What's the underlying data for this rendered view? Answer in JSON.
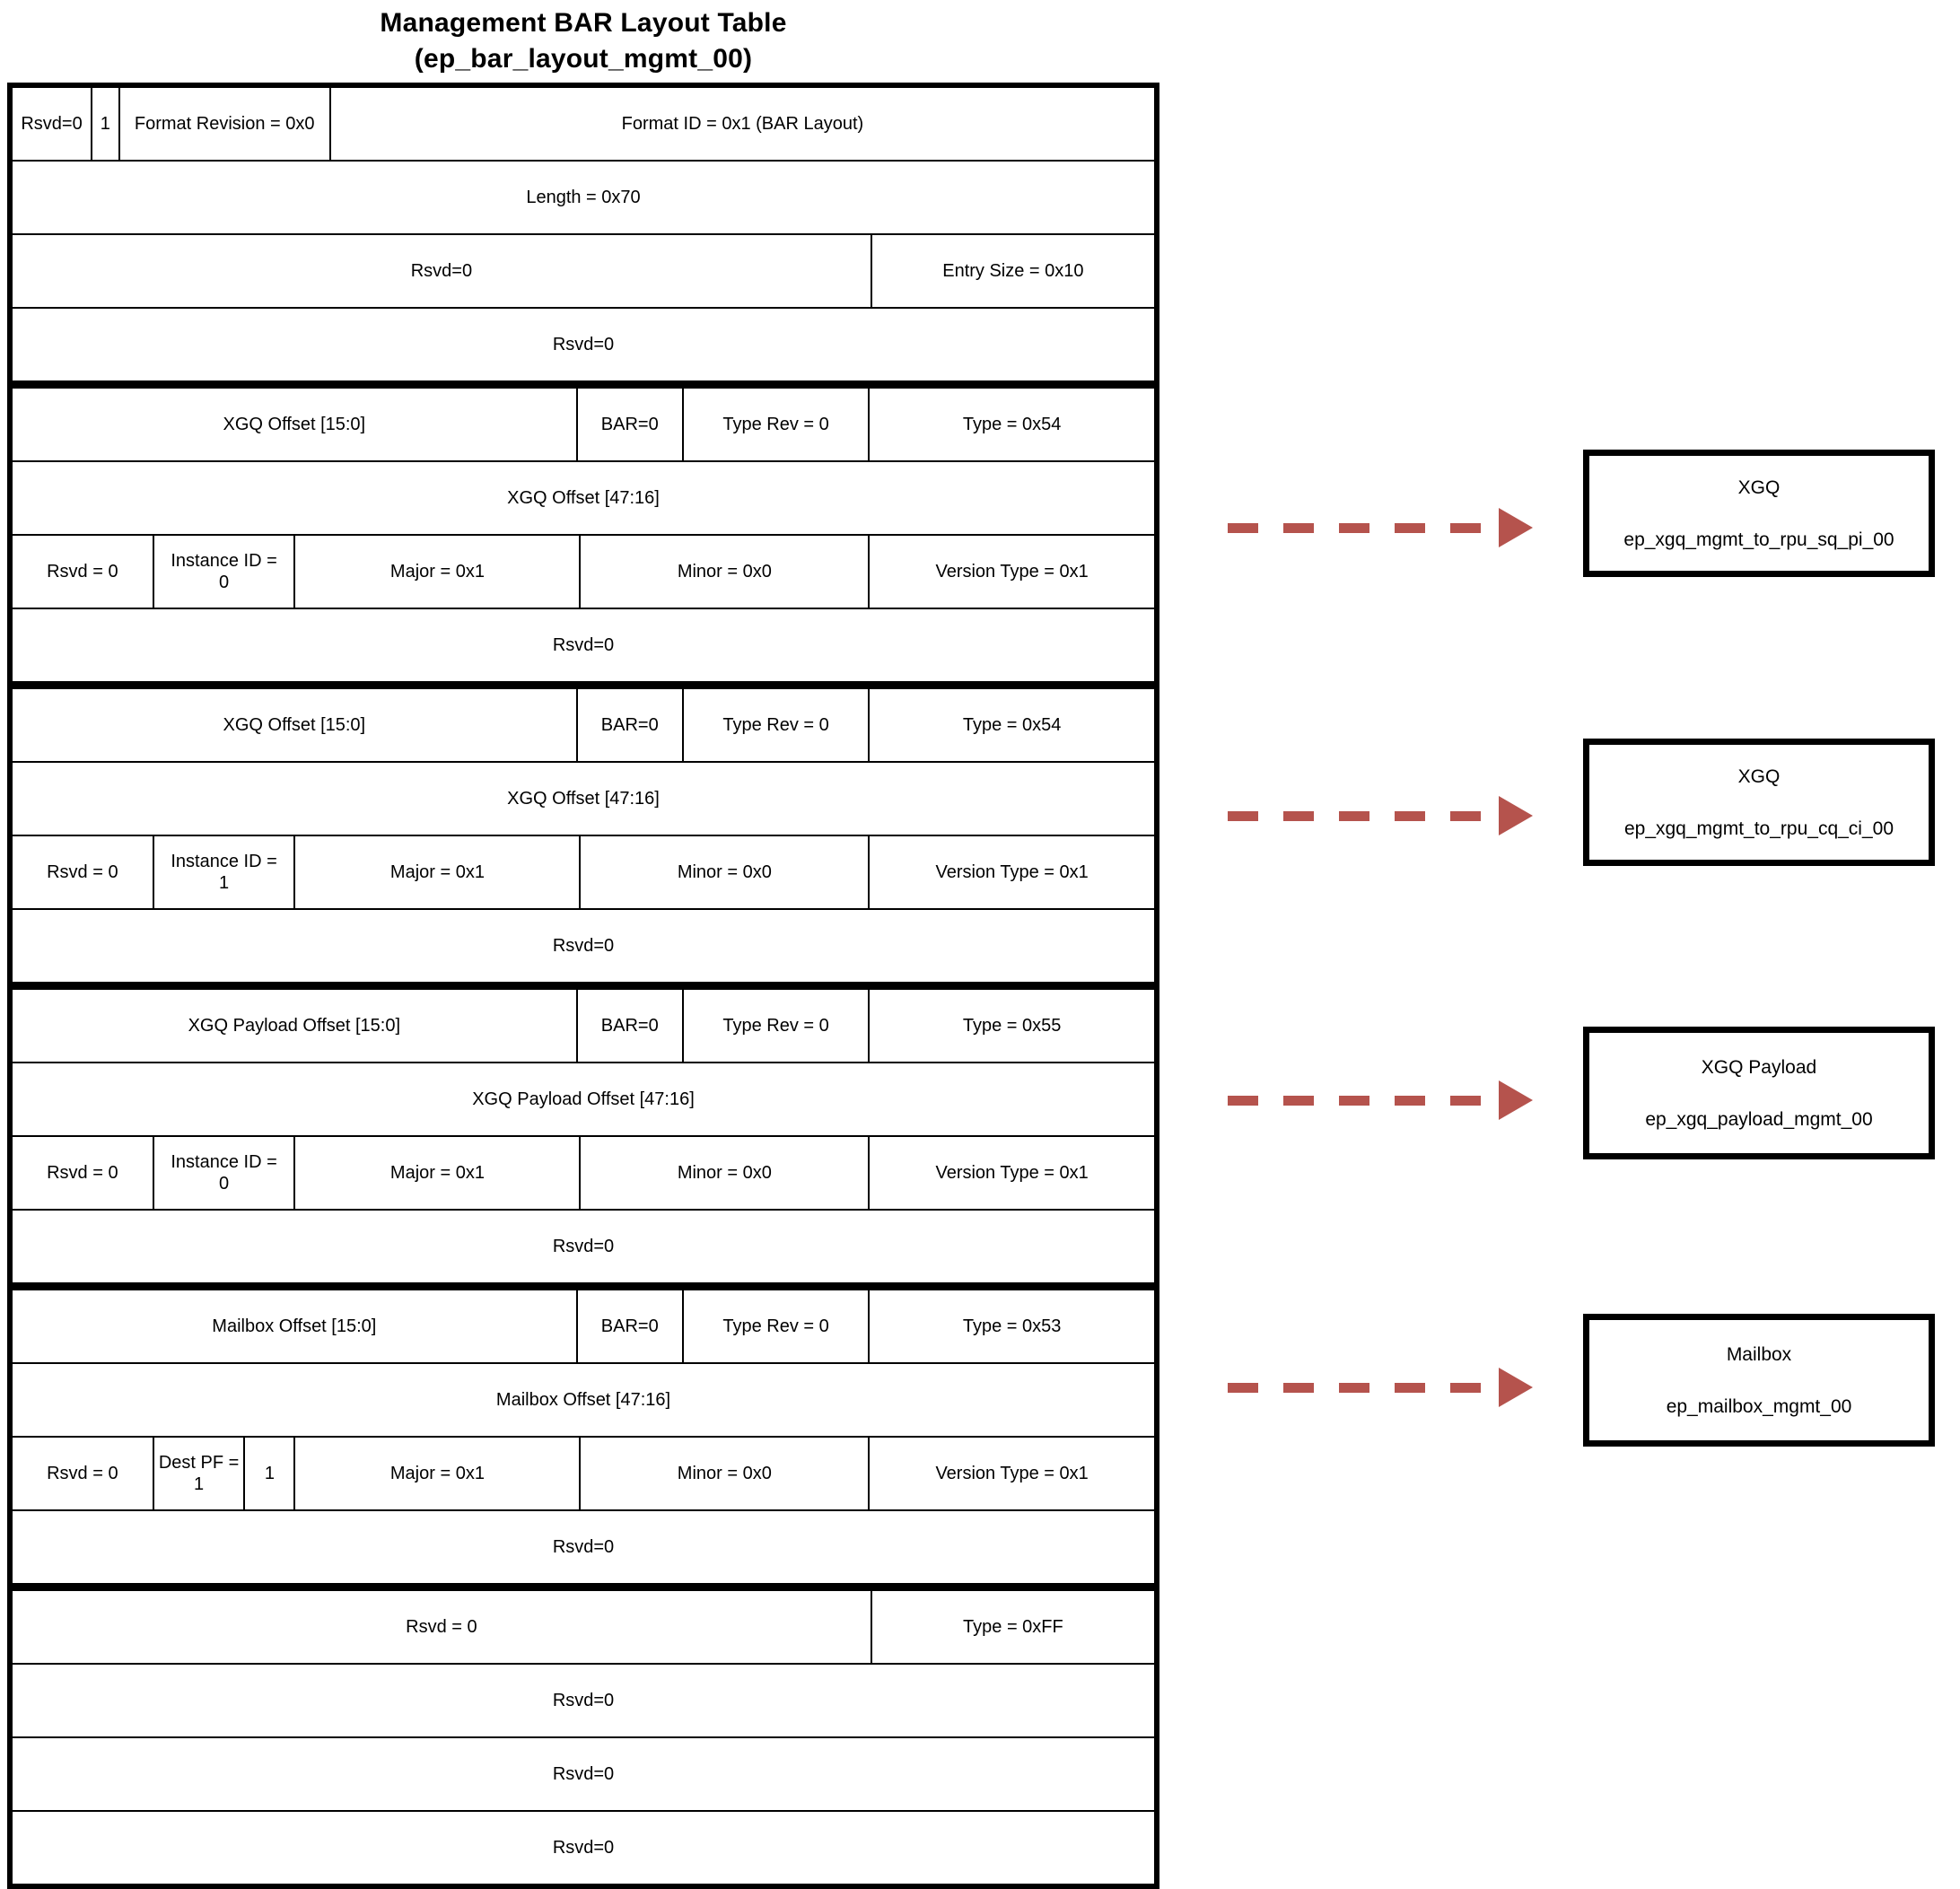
{
  "title": {
    "line1": "Management BAR Layout Table",
    "line2": "(ep_bar_layout_mgmt_00)"
  },
  "table": {
    "header": {
      "row1": {
        "rsvd": "Rsvd=0",
        "bit": "1",
        "format_revision": "Format Revision = 0x0",
        "format_id": "Format ID = 0x1 (BAR Layout)"
      },
      "row2": {
        "length": "Length = 0x70"
      },
      "row3": {
        "rsvd": "Rsvd=0",
        "entry_size": "Entry Size = 0x10"
      },
      "row4": {
        "rsvd": "Rsvd=0"
      }
    },
    "entries": [
      {
        "offset_lo": "XGQ Offset [15:0]",
        "bar": "BAR=0",
        "type_rev": "Type Rev = 0",
        "type": "Type = 0x54",
        "offset_hi": "XGQ Offset [47:16]",
        "rsvd": "Rsvd = 0",
        "id_label": "Instance ID =\n0",
        "major": "Major = 0x1",
        "minor": "Minor = 0x0",
        "version_type": "Version Type = 0x1",
        "rsvd_last": "Rsvd=0",
        "has_bit_col": false,
        "bit_col": ""
      },
      {
        "offset_lo": "XGQ Offset [15:0]",
        "bar": "BAR=0",
        "type_rev": "Type Rev = 0",
        "type": "Type = 0x54",
        "offset_hi": "XGQ Offset [47:16]",
        "rsvd": "Rsvd = 0",
        "id_label": "Instance ID =\n1",
        "major": "Major = 0x1",
        "minor": "Minor = 0x0",
        "version_type": "Version Type = 0x1",
        "rsvd_last": "Rsvd=0",
        "has_bit_col": false,
        "bit_col": ""
      },
      {
        "offset_lo": "XGQ Payload Offset [15:0]",
        "bar": "BAR=0",
        "type_rev": "Type Rev = 0",
        "type": "Type = 0x55",
        "offset_hi": "XGQ Payload Offset [47:16]",
        "rsvd": "Rsvd = 0",
        "id_label": "Instance ID =\n0",
        "major": "Major = 0x1",
        "minor": "Minor = 0x0",
        "version_type": "Version Type = 0x1",
        "rsvd_last": "Rsvd=0",
        "has_bit_col": false,
        "bit_col": ""
      },
      {
        "offset_lo": "Mailbox Offset [15:0]",
        "bar": "BAR=0",
        "type_rev": "Type Rev = 0",
        "type": "Type = 0x53",
        "offset_hi": "Mailbox Offset [47:16]",
        "rsvd": "Rsvd = 0",
        "id_label": "Dest PF =\n1",
        "major": "Major = 0x1",
        "minor": "Minor = 0x0",
        "version_type": "Version Type = 0x1",
        "rsvd_last": "Rsvd=0",
        "has_bit_col": true,
        "bit_col": "1"
      }
    ],
    "terminator": {
      "rsvd": "Rsvd = 0",
      "type": "Type = 0xFF"
    },
    "trailing_rsvd": [
      "Rsvd=0",
      "Rsvd=0",
      "Rsvd=0"
    ]
  },
  "targets": [
    {
      "line1": "XGQ",
      "line2": "ep_xgq_mgmt_to_rpu_sq_pi_00"
    },
    {
      "line1": "XGQ",
      "line2": "ep_xgq_mgmt_to_rpu_cq_ci_00"
    },
    {
      "line1": "XGQ Payload",
      "line2": "ep_xgq_payload_mgmt_00"
    },
    {
      "line1": "Mailbox",
      "line2": "ep_mailbox_mgmt_00"
    }
  ],
  "colors": {
    "arrow": "#b5534d",
    "border": "#000000",
    "background": "#ffffff"
  },
  "arrows": [
    {
      "label": "arrow-to-xgq-sq-pi"
    },
    {
      "label": "arrow-to-xgq-cq-ci"
    },
    {
      "label": "arrow-to-xgq-payload"
    },
    {
      "label": "arrow-to-mailbox"
    }
  ]
}
